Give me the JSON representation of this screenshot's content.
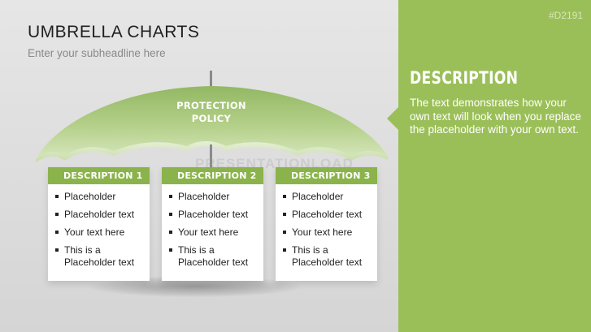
{
  "slide": {
    "title": "UMBRELLA CHARTS",
    "subtitle": "Enter your subheadline here",
    "slide_id": "#D2191",
    "watermark": "PRESENTATIONLOAD"
  },
  "umbrella": {
    "label_line1": "PROTECTION",
    "label_line2": "POLICY"
  },
  "cards": [
    {
      "title": "DESCRIPTION 1",
      "items": [
        "Placeholder",
        "Placeholder text",
        "Your text here",
        "This is a Placeholder text"
      ]
    },
    {
      "title": "DESCRIPTION 2",
      "items": [
        "Placeholder",
        "Placeholder text",
        "Your text here",
        "This is a Placeholder text"
      ]
    },
    {
      "title": "DESCRIPTION 3",
      "items": [
        "Placeholder",
        "Placeholder text",
        "Your text here",
        "This is a Placeholder text"
      ]
    }
  ],
  "panel": {
    "title": "DESCRIPTION",
    "text": "The text demonstrates how your own text will look when you replace the placeholder with your own text."
  },
  "colors": {
    "accent_green": "#9bbf58",
    "card_header_green": "#8bb34c",
    "umbrella_green": "#a8c878"
  }
}
